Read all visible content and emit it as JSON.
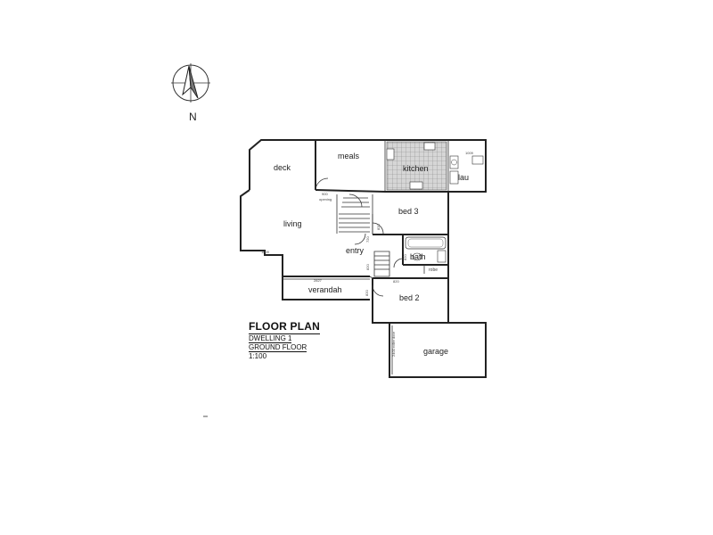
{
  "compass": {
    "north_label": "N",
    "icon": "north-arrow-icon"
  },
  "rooms": {
    "deck": "deck",
    "meals": "meals",
    "kitchen": "kitchen",
    "laundry": "lau",
    "living": "living",
    "bed3": "bed 3",
    "entry": "entry",
    "bath": "bath",
    "robe": "robe",
    "verandah": "verandah",
    "bed2": "bed 2",
    "garage": "garage"
  },
  "annotations": {
    "opening_dim": "900",
    "opening": "opening",
    "lau_width": "1009",
    "living_window": "1809",
    "verandah_window": "2827",
    "entry_door_top": "720",
    "entry_door_side": "820",
    "bed3_door": "820",
    "bath_door": "820",
    "bed2_door_side": "820",
    "bed2_door_top": "820",
    "garage_door": "2400 roller door"
  },
  "title_block": {
    "title": "FLOOR PLAN",
    "line1": "DWELLING 1",
    "line2": "GROUND FLOOR",
    "scale": "1:100"
  },
  "colors": {
    "line": "#222222",
    "kitchen_tile": "#cfcfcf",
    "compass_fill": "#777777"
  }
}
